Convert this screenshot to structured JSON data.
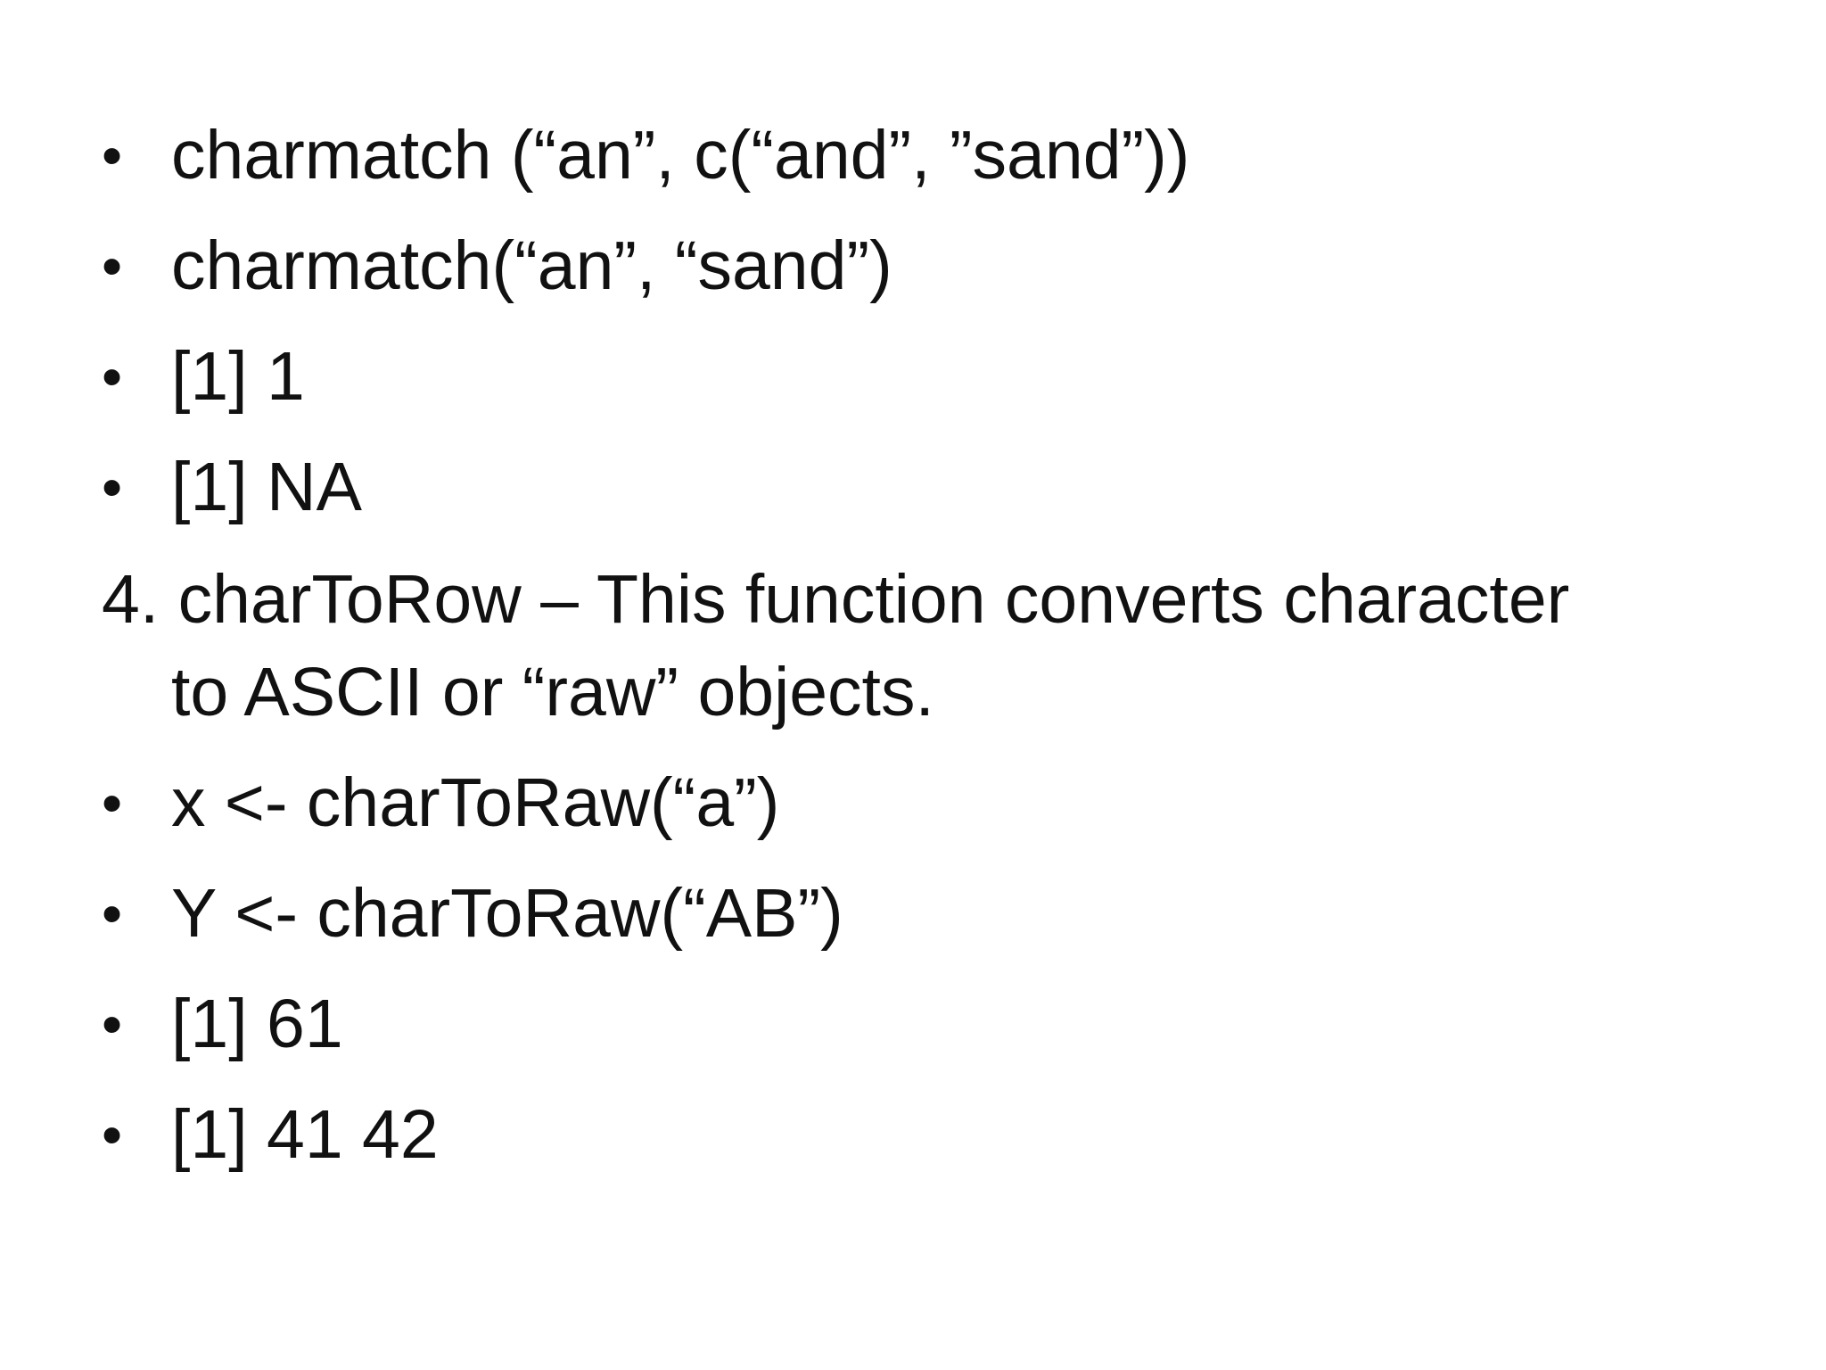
{
  "slide": {
    "items": [
      {
        "type": "bullet",
        "marker": "•",
        "text": "charmatch (“an”, c(“and”, ”sand”))"
      },
      {
        "type": "bullet",
        "marker": "•",
        "text": "charmatch(“an”, “sand”)"
      },
      {
        "type": "bullet",
        "marker": "•",
        "text": "[1] 1"
      },
      {
        "type": "bullet",
        "marker": "•",
        "text": "[1] NA"
      },
      {
        "type": "numbered",
        "line1": "4. charToRow – This function converts character",
        "line2": "to ASCII or “raw” objects."
      },
      {
        "type": "bullet",
        "marker": "•",
        "text": "x <- charToRaw(“a”)"
      },
      {
        "type": "bullet",
        "marker": "•",
        "text": "Y <- charToRaw(“AB”)"
      },
      {
        "type": "bullet",
        "marker": "•",
        "text": "[1] 61"
      },
      {
        "type": "bullet",
        "marker": "•",
        "text": "[1]  41 42"
      }
    ]
  }
}
